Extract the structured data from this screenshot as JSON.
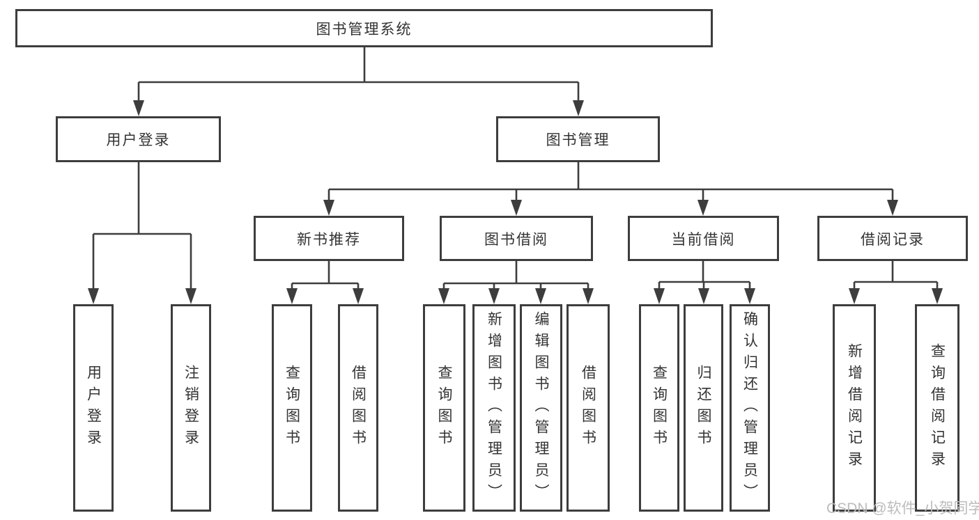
{
  "diagram": {
    "root": {
      "label": "图书管理系统"
    },
    "branches": {
      "user_login": {
        "label": "用户登录"
      },
      "book_mgmt": {
        "label": "图书管理"
      }
    },
    "modules": {
      "new_book_rec": {
        "label": "新书推荐"
      },
      "book_borrow": {
        "label": "图书借阅"
      },
      "current_borrow": {
        "label": "当前借阅"
      },
      "borrow_records": {
        "label": "借阅记录"
      }
    },
    "leaves": {
      "user_login_login": {
        "label": "用户登录"
      },
      "user_login_logout": {
        "label": "注销登录"
      },
      "rec_query_books": {
        "label": "查询图书"
      },
      "rec_borrow_books": {
        "label": "借阅图书"
      },
      "borrow_query_books": {
        "label": "查询图书"
      },
      "borrow_add_books": {
        "label": "新增图书（管理员）"
      },
      "borrow_edit_books": {
        "label": "编辑图书（管理员）"
      },
      "borrow_borrow_books": {
        "label": "借阅图书"
      },
      "current_query_books": {
        "label": "查询图书"
      },
      "current_return_books": {
        "label": "归还图书"
      },
      "current_confirm_return": {
        "label": "确认归还（管理员）"
      },
      "records_add_record": {
        "label": "新增借阅记录"
      },
      "records_query_record": {
        "label": "查询借阅记录"
      }
    }
  },
  "watermark": {
    "text": "CSDN @软件_小贺同学"
  },
  "colors": {
    "line": "#3d3d3d",
    "text": "#333333",
    "watermark": "#bcbcbc",
    "background": "#ffffff"
  }
}
